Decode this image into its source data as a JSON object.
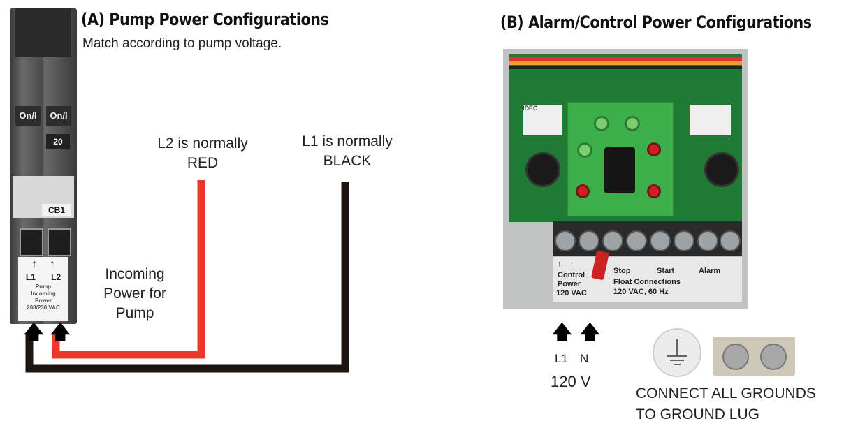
{
  "panel_a": {
    "title": "(A) Pump Power Configurations",
    "subtitle": "Match according to pump voltage.",
    "l2_label": [
      "L2 is normally",
      "RED"
    ],
    "l1_label": [
      "L1 is normally",
      "BLACK"
    ],
    "incoming_label": [
      "Incoming",
      "Power for",
      "Pump"
    ],
    "breaker": {
      "switch_left": "On/I",
      "switch_right": "On/I",
      "amp_rating": "20",
      "cb_label": "CB1",
      "terminal_l1": "L1",
      "terminal_l2": "L2",
      "plate_text": [
        "Pump",
        "Incoming",
        "Power",
        "208/230 VAC"
      ]
    },
    "wire_colors": {
      "l2": "#e8392b",
      "l1": "#1d1410"
    }
  },
  "panel_b": {
    "title": "(B) Alarm/Control Power Configurations",
    "board": {
      "idec_label": "IDEC",
      "terminal_labels": [
        "Control",
        "Power",
        "120 VAC"
      ],
      "float_labels": [
        "Stop",
        "Start",
        "Alarm"
      ],
      "float_caption": [
        "Float Connections",
        "120 VAC, 60 Hz"
      ]
    },
    "l1": "L1",
    "n": "N",
    "voltage": "120 V",
    "ground_text": [
      "CONNECT ALL GROUNDS",
      "TO GROUND LUG"
    ]
  }
}
